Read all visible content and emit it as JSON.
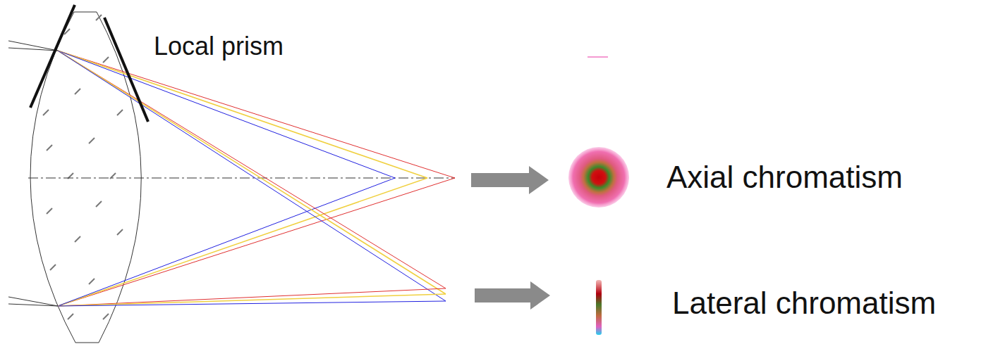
{
  "diagram": {
    "labels": [
      "Local prism",
      "Axial chromatism",
      "Lateral chromatism"
    ]
  }
}
